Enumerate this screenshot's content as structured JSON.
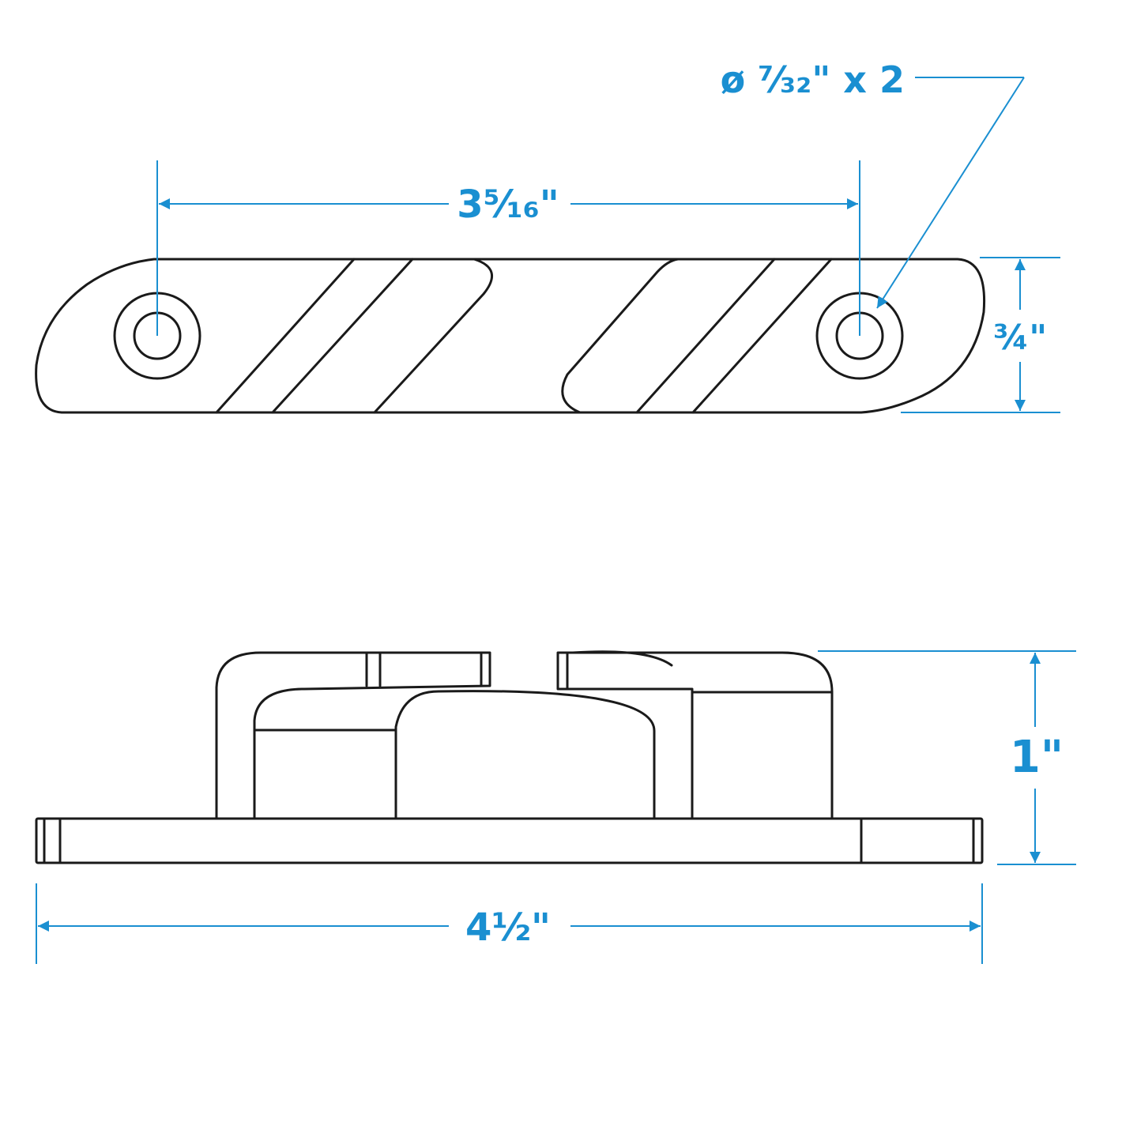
{
  "dimensions": {
    "hole_spacing": "3⁵⁄₁₆\"",
    "hole_diameter": "ø ⁷⁄₃₂\" x 2",
    "width": "¾\"",
    "height": "1\"",
    "length": "4½\""
  },
  "colors": {
    "dimension": "#1a8fd1",
    "outline": "#1a1a1a",
    "background": "#ffffff"
  }
}
